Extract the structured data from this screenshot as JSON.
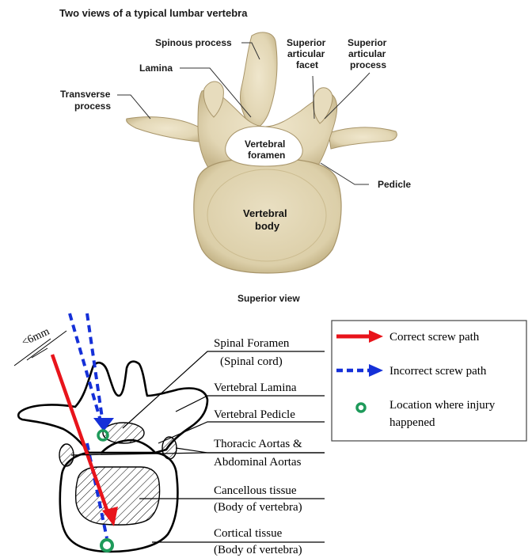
{
  "top_figure": {
    "title": "Two views of a typical lumbar vertebra",
    "caption": "Superior view",
    "labels": {
      "spinous_process": "Spinous process",
      "lamina": "Lamina",
      "transverse_process_1": "Transverse",
      "transverse_process_2": "process",
      "superior_articular_facet_1": "Superior",
      "superior_articular_facet_2": "articular",
      "superior_articular_facet_3": "facet",
      "superior_articular_process_1": "Superior",
      "superior_articular_process_2": "articular",
      "superior_articular_process_3": "process",
      "vertebral_foramen_1": "Vertebral",
      "vertebral_foramen_2": "foramen",
      "pedicle": "Pedicle",
      "vertebral_body_1": "Vertebral",
      "vertebral_body_2": "body"
    }
  },
  "bottom_figure": {
    "dimension": "<6mm",
    "labels": {
      "spinal_foramen_1": "Spinal Foramen",
      "spinal_foramen_2": "(Spinal cord)",
      "vertebral_lamina": "Vertebral Lamina",
      "vertebral_pedicle": "Vertebral Pedicle",
      "aortas_1": "Thoracic Aortas &",
      "aortas_2": "Abdominal Aortas",
      "cancellous_1": "Cancellous tissue",
      "cancellous_2": "(Body of vertebra)",
      "cortical_1": "Cortical tissue",
      "cortical_2": "(Body of vertebra)"
    },
    "legend": {
      "correct": "Correct screw path",
      "incorrect": "Incorrect screw path",
      "injury_1": "Location where injury",
      "injury_2": "happened"
    },
    "colors": {
      "correct_path": "#e8141b",
      "incorrect_path": "#1530d8",
      "injury_marker": "#1e9a5a",
      "bone": "#e6dcc0"
    }
  }
}
